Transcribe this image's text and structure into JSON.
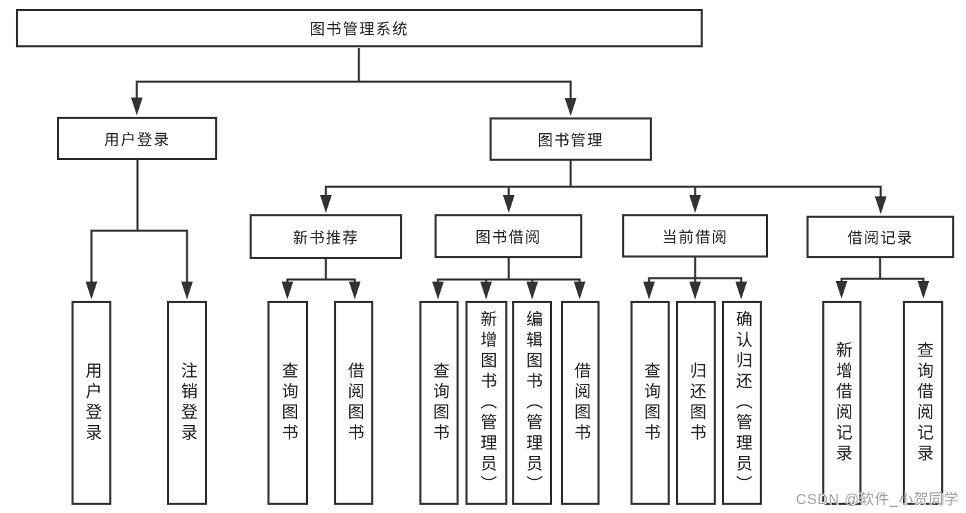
{
  "diagram": {
    "root": {
      "label": "图书管理系统",
      "children": {
        "user_login": {
          "label": "用户登录",
          "children": [
            {
              "label": "用户登录"
            },
            {
              "label": "注销登录"
            }
          ]
        },
        "book_mgmt": {
          "label": "图书管理",
          "children": {
            "new_book_rec": {
              "label": "新书推荐",
              "children": [
                {
                  "label": "查询图书"
                },
                {
                  "label": "借阅图书"
                }
              ]
            },
            "book_borrow": {
              "label": "图书借阅",
              "children": [
                {
                  "label": "查询图书"
                },
                {
                  "label": "新增图书（管理员）"
                },
                {
                  "label": "编辑图书（管理员）"
                },
                {
                  "label": "借阅图书"
                }
              ]
            },
            "current_borrow": {
              "label": "当前借阅",
              "children": [
                {
                  "label": "查询图书"
                },
                {
                  "label": "归还图书"
                },
                {
                  "label": "确认归还（管理员）"
                }
              ]
            },
            "borrow_records": {
              "label": "借阅记录",
              "children": [
                {
                  "label": "新增借阅记录"
                },
                {
                  "label": "查询借阅记录"
                }
              ]
            }
          }
        }
      }
    }
  },
  "watermark": {
    "text": "CSDN @软件_小贺同学"
  },
  "colors": {
    "line": "#333333",
    "text": "#1f1f1f",
    "watermark": "#9e9e9e",
    "background": "#ffffff"
  }
}
